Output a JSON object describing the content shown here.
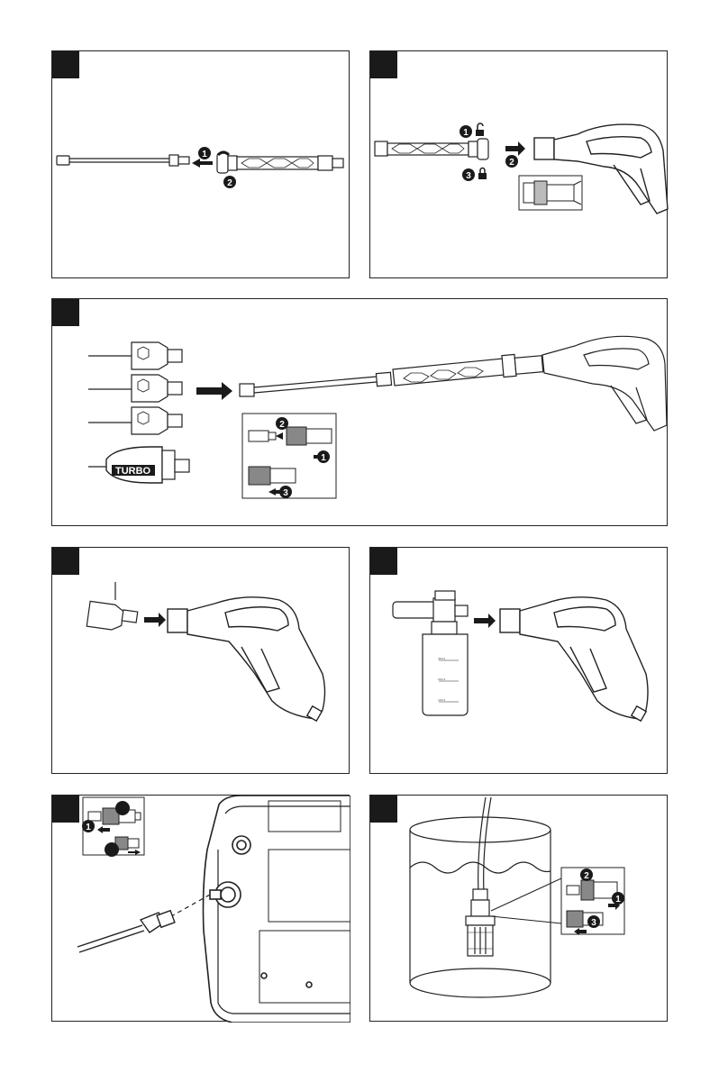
{
  "panels": [
    {
      "id": "panel-1",
      "steps": [
        "1",
        "2"
      ]
    },
    {
      "id": "panel-2",
      "steps": [
        "1",
        "2",
        "3"
      ]
    },
    {
      "id": "panel-3",
      "steps": [
        "2",
        "1",
        "3"
      ],
      "turbo_label": "TURBO"
    },
    {
      "id": "panel-4",
      "steps": []
    },
    {
      "id": "panel-5",
      "steps": [],
      "bottle_marks": [
        "300ml",
        "200ml",
        "100ml"
      ]
    },
    {
      "id": "panel-6",
      "steps": [
        "1"
      ]
    },
    {
      "id": "panel-7",
      "steps": [
        "2",
        "1",
        "3"
      ]
    }
  ],
  "icons": {
    "unlock": "unlock-icon",
    "lock": "lock-icon",
    "arrow": "arrow-icon"
  },
  "colors": {
    "line": "#222222",
    "panel_tab": "#1a1a1a",
    "badge": "#1a1a1a",
    "coupler_gray": "#888888"
  }
}
